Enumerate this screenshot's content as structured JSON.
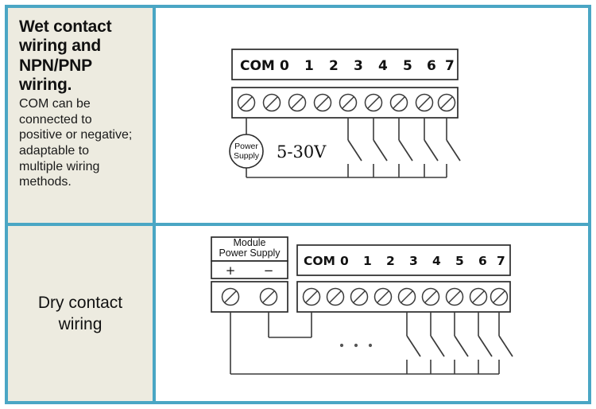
{
  "frame": {
    "border_color": "#4aa6c4",
    "label_bg": "#edebe0",
    "diagram_bg": "#ffffff"
  },
  "rows": [
    {
      "id": "wet-contact",
      "label": {
        "heading": "Wet contact\nwiring and\nNPN/PNP\nwiring.",
        "subtext": "COM can be\nconnected to\npositive or negative;\nadaptable to\nmultiple wiring\nmethods."
      },
      "diagram": {
        "terminal_labels": [
          "COM",
          "0",
          "1",
          "2",
          "3",
          "4",
          "5",
          "6",
          "7"
        ],
        "screw_count": 9,
        "power_supply_label_line1": "Power",
        "power_supply_label_line2": "Supply",
        "voltage_label": "5-30V",
        "switch_count": 5
      }
    },
    {
      "id": "dry-contact",
      "label": {
        "heading": "Dry contact\nwiring",
        "subtext": ""
      },
      "diagram": {
        "module_label_line1": "Module",
        "module_label_line2": "Power Supply",
        "module_plus": "+",
        "module_minus": "−",
        "module_screw_count": 2,
        "terminal_labels": [
          "COM",
          "0",
          "1",
          "2",
          "3",
          "4",
          "5",
          "6",
          "7"
        ],
        "screw_count": 9,
        "ellipsis_dots": 3,
        "switch_count": 5
      }
    }
  ]
}
